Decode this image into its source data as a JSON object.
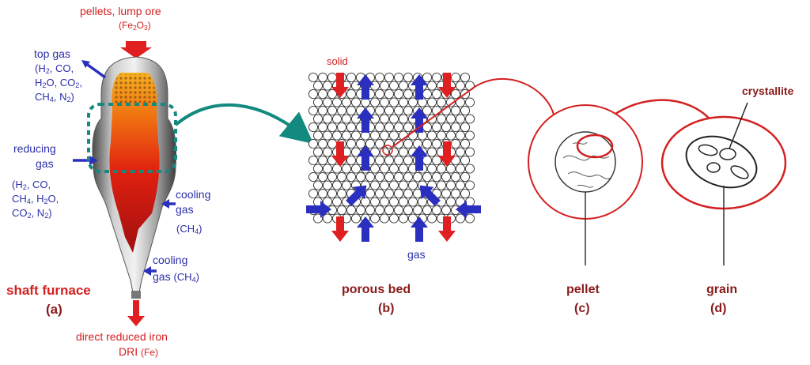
{
  "furnace": {
    "input_line1": "pellets, lump ore",
    "input_formula_a": "(Fe",
    "input_formula_sub1": "2",
    "input_formula_b": "O",
    "input_formula_sub2": "3",
    "input_formula_c": ")",
    "top_gas_title": "top gas",
    "top_gas_line1": "(H",
    "top_gas_line1_sub": "2",
    "top_gas_line1_b": ", CO,",
    "top_gas_line2_a": "H",
    "top_gas_line2_sub": "2",
    "top_gas_line2_b": "O, CO",
    "top_gas_line2_sub2": "2",
    "top_gas_line2_c": ",",
    "top_gas_line3_a": "CH",
    "top_gas_line3_sub": "4",
    "top_gas_line3_b": ", N",
    "top_gas_line3_sub2": "2",
    "top_gas_line3_c": ")",
    "reducing_line1": "reducing",
    "reducing_line2": "gas",
    "reducing_comp1_a": "(H",
    "reducing_comp1_sub": "2",
    "reducing_comp1_b": ", CO,",
    "reducing_comp2_a": "CH",
    "reducing_comp2_sub": "4",
    "reducing_comp2_b": ", H",
    "reducing_comp2_sub2": "2",
    "reducing_comp2_c": "O,",
    "reducing_comp3_a": "CO",
    "reducing_comp3_sub": "2",
    "reducing_comp3_b": ", N",
    "reducing_comp3_sub2": "2",
    "reducing_comp3_c": ")",
    "cooling1_line1": "cooling",
    "cooling1_line2": "gas",
    "cooling1_formula_a": "(CH",
    "cooling1_formula_sub": "4",
    "cooling1_formula_b": ")",
    "cooling2_line1": "cooling",
    "cooling2_line2": "gas",
    "cooling2_formula_a": "(CH",
    "cooling2_formula_sub": "4",
    "cooling2_formula_b": ")",
    "title": "shaft furnace",
    "letter": "(a)",
    "output_line1": "direct reduced iron",
    "output_line2": "DRI",
    "output_formula": "(Fe)"
  },
  "bed": {
    "solid_label": "solid",
    "gas_label": "gas",
    "title": "porous bed",
    "letter": "(b)"
  },
  "pellet": {
    "title": "pellet",
    "letter": "(c)"
  },
  "grain": {
    "title": "grain",
    "letter": "(d)",
    "crystallite_label": "crystallite"
  },
  "colors": {
    "red_text": "#d42020",
    "blue_text": "#2b2fa8",
    "dark_red_title": "#8a1a1a",
    "teal_connector": "#138a80",
    "red_connector": "#d42020",
    "flow_red": "#e02020",
    "flow_blue": "#2b2fc0"
  },
  "icons": {
    "furnace": "shaft-furnace-illustration",
    "bed": "packed-sphere-bed",
    "pellet": "porous-pellet",
    "grain": "grain-with-crystallites"
  }
}
